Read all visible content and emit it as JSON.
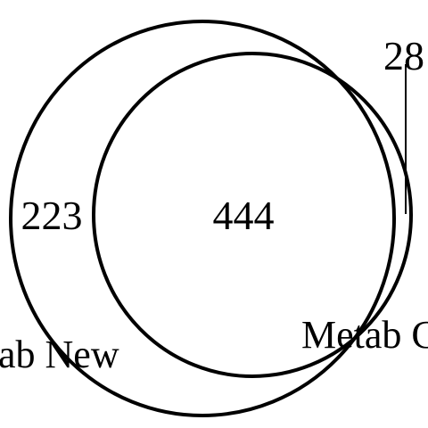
{
  "diagram": {
    "type": "venn",
    "line_color": "#000000",
    "background": "#ffffff",
    "sets": [
      {
        "label": "ab New"
      },
      {
        "label": "Metab C"
      }
    ],
    "regions": {
      "only_left": "223",
      "intersection": "444",
      "only_right": "28"
    }
  }
}
